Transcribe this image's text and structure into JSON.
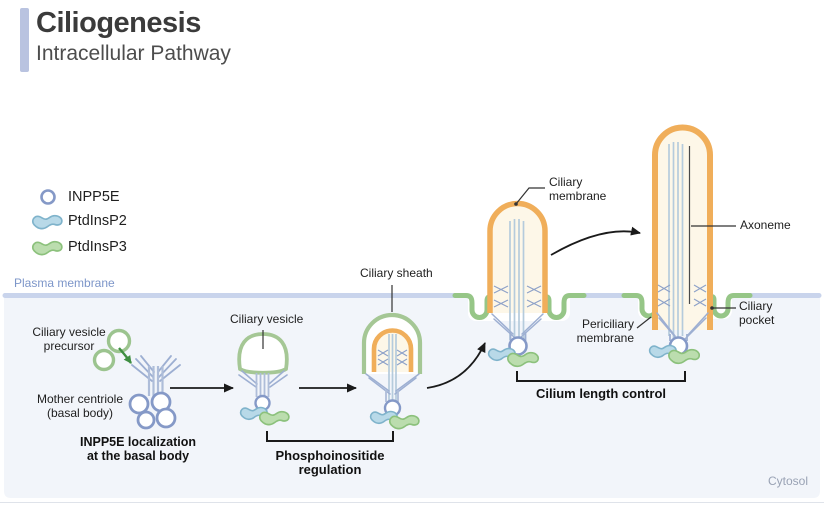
{
  "header": {
    "title": "Ciliogenesis",
    "subtitle": "Intracellular Pathway"
  },
  "legend": {
    "items": [
      {
        "id": "inpp5e",
        "label": "INPP5E"
      },
      {
        "id": "ptdinsp2",
        "label": "PtdInsP2"
      },
      {
        "id": "ptdinsp3",
        "label": "PtdInsP3"
      }
    ]
  },
  "regions": {
    "plasma_membrane": "Plasma membrane",
    "cytosol": "Cytosol"
  },
  "annotations": {
    "ciliary_vesicle_precursor": {
      "line1": "Ciliary vesicle",
      "line2": "precursor"
    },
    "mother_centriole": {
      "line1": "Mother centriole",
      "line2": "(basal body)"
    },
    "ciliary_vesicle": "Ciliary vesicle",
    "ciliary_sheath": "Ciliary sheath",
    "ciliary_membrane": {
      "line1": "Ciliary",
      "line2": "membrane"
    },
    "periciliary_membrane": {
      "line1": "Periciliary",
      "line2": "membrane"
    },
    "axoneme": "Axoneme",
    "ciliary_pocket": {
      "line1": "Ciliary",
      "line2": "pocket"
    }
  },
  "captions": {
    "stage1": {
      "line1": "INPP5E localization",
      "line2": "at the basal body"
    },
    "stage2": "Phosphoinositide regulation",
    "stage3": "Cilium length control"
  },
  "colors": {
    "accent_bar": "#b9c3e0",
    "membrane_band": "#c9d4ec",
    "membrane_label": "#7d96c9",
    "cytosol_fill": "#f2f5fa",
    "cytosol_label": "#99a2b4",
    "ciliary_membrane_orange": "#f0ae5a",
    "ciliary_fill_cream": "#fdf7e8",
    "vesicle_green": "#a5c795",
    "periciliary_green": "#96c687",
    "centriole_blue": "#9dafd2",
    "inpp5e_stroke": "#8599c7",
    "ptdinsp2_fill": "#b8d9e8",
    "ptdinsp3_fill": "#bbddae",
    "arrow_black": "#1a1a1a",
    "arrow_green": "#3e8e41"
  }
}
